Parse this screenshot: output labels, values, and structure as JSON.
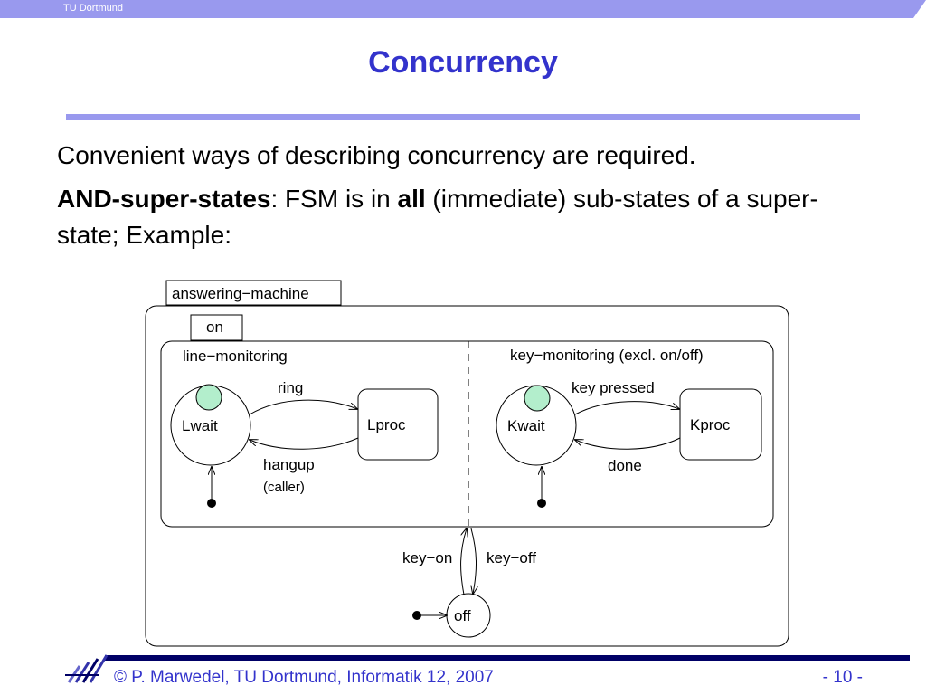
{
  "header": {
    "org": "TU Dortmund",
    "bar_color": "#9999ee"
  },
  "title": "Concurrency",
  "body": {
    "line1": "Convenient ways of describing concurrency are required.",
    "line2_bold1": "AND-super-states",
    "line2_text1": ": FSM is in ",
    "line2_bold2": "all",
    "line2_text2": " (immediate) sub-states of a super-state; Example:"
  },
  "diagram": {
    "outer_label": "answering−machine",
    "on_label": "on",
    "left_region_label": "line−monitoring",
    "right_region_label": "key−monitoring (excl. on/off)",
    "states": {
      "lwait": "Lwait",
      "lproc": "Lproc",
      "kwait": "Kwait",
      "kproc": "Kproc",
      "off": "off"
    },
    "transitions": {
      "ring": "ring",
      "hangup": "hangup",
      "caller": "(caller)",
      "key_pressed": "key pressed",
      "done": "done",
      "key_on": "key−on",
      "key_off": "key−off"
    },
    "history_color": "#b3eecc"
  },
  "footer": {
    "copyright": "© P. Marwedel, TU Dortmund, Informatik 12, 2007",
    "page": "-  10 -",
    "accent": "#000066"
  }
}
